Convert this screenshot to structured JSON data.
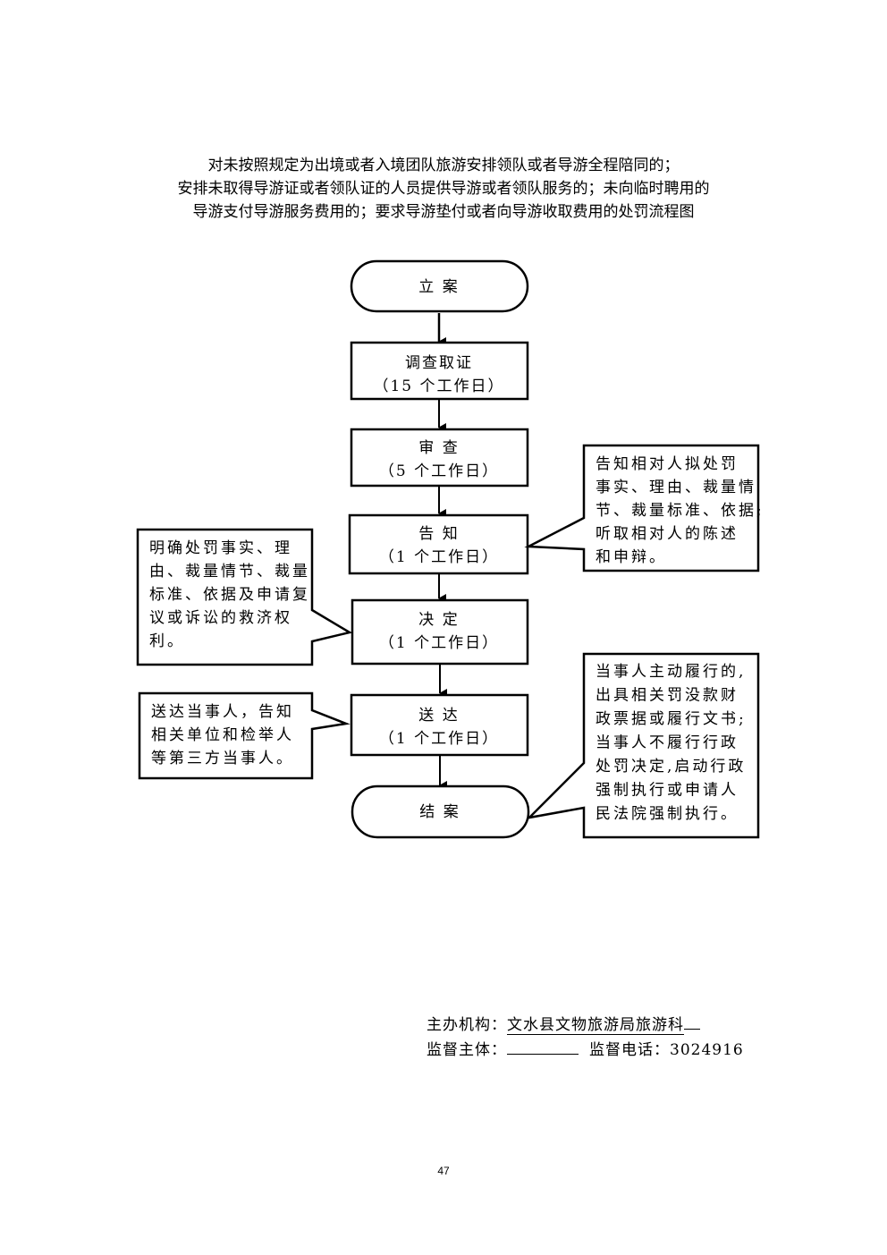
{
  "title": {
    "lines": [
      "对未按照规定为出境或者入境团队旅游安排领队或者导游全程陪同的；",
      "安排未取得导游证或者领队证的人员提供导游或者领队服务的；未向临时聘用的",
      "导游支付导游服务费用的；要求导游垫付或者向导游收取费用的处罚流程图"
    ]
  },
  "flow": {
    "steps": [
      {
        "id": "start",
        "shape": "terminal",
        "label": "立 案",
        "sub": ""
      },
      {
        "id": "investigate",
        "shape": "process",
        "label": "调查取证",
        "sub": "（15 个工作日）"
      },
      {
        "id": "review",
        "shape": "process",
        "label": "审 查",
        "sub": "（5 个工作日）"
      },
      {
        "id": "notify",
        "shape": "process",
        "label": "告 知",
        "sub": "（1 个工作日）"
      },
      {
        "id": "decide",
        "shape": "process",
        "label": "决 定",
        "sub": "（1 个工作日）"
      },
      {
        "id": "deliver",
        "shape": "process",
        "label": "送 达",
        "sub": "（1 个工作日）"
      },
      {
        "id": "close",
        "shape": "terminal",
        "label": "结 案",
        "sub": ""
      }
    ],
    "notes": {
      "notify": [
        "告知相对人拟处罚",
        "事实、理由、裁量情",
        "节、裁量标准、依据;",
        "听取相对人的陈述",
        "和申辩。"
      ],
      "decide": [
        "明确处罚事实、理",
        "由、裁量情节、裁量",
        "标准、依据及申请复",
        "议或诉讼的救济权",
        "利。"
      ],
      "deliver": [
        "送达当事人，告知",
        "相关单位和检举人",
        "等第三方当事人。"
      ],
      "close": [
        "当事人主动履行的,",
        "出具相关罚没款财",
        "政票据或履行文书;",
        "当事人不履行行政",
        "处罚决定,启动行政",
        "强制执行或申请人",
        "民法院强制执行。"
      ]
    }
  },
  "footer": {
    "organizer_label": "主办机构：",
    "organizer_value": "文水县文物旅游局旅游科",
    "supervisor_label": "监督主体：",
    "supervisor_value": "",
    "phone_label": "监督电话：",
    "phone_value": "3024916"
  },
  "page_number": "47"
}
